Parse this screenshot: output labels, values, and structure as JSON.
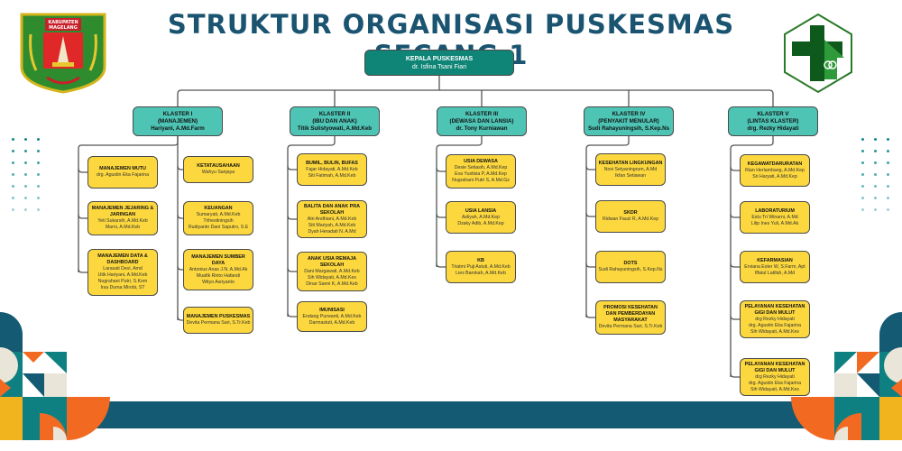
{
  "title": "STRUKTUR ORGANISASI PUSKESMAS SECANG 1",
  "logos": {
    "left": {
      "icon": "kabupaten-magelang-crest-icon",
      "text": "KABUPATEN MAGELANG"
    },
    "right": {
      "icon": "puskesmas-cross-logo-icon"
    }
  },
  "colors": {
    "head": "#0f8577",
    "klaster": "#4ec4b5",
    "unit": "#fcd83e",
    "title": "#1a5470"
  },
  "head": {
    "title": "KEPALA PUSKESMAS",
    "name": "dr. Isfina Tsani Fiari"
  },
  "klasters": [
    {
      "title": "KLASTER I",
      "subtitle": "(MANAJEMEN)",
      "lead": "Hariyani, A.Md.Farm",
      "units": [
        {
          "title": "MANAJEMEN MUTU",
          "people": [
            "drg. Agustin Eka Fajarina"
          ]
        },
        {
          "title": "MANAJEMEN JEJARING & JARINGAN",
          "people": [
            "Yeti Sukarsih, A.Md.Keb",
            "Marni, A.Md.Keb"
          ]
        },
        {
          "title": "MANAJEMEN DATA & DASHBOARD",
          "people": [
            "Larasati Devi, Amd",
            "Utik Hariyani, A.Md.Keb",
            "Nugrahani Putri, S.Kom",
            "Irsa Duma Mirobi, ST"
          ]
        },
        {
          "title": "KETATAUSAHAAN",
          "people": [
            "Wahyu Sanjaya"
          ]
        },
        {
          "title": "KEUANGAN",
          "people": [
            "Sumaryati, A.Md.Keb",
            "Trihestiningsih",
            "Rudiyanto Dani Saputro, S.E"
          ]
        },
        {
          "title": "MANAJEMEN SUMBER DAYA",
          "people": [
            "Antonius Anas J.N. A.Md.Ak",
            "Muafik Rinto Hafandi",
            "Wityo Asriyanto"
          ]
        },
        {
          "title": "MANAJEMEN PUSKESMAS",
          "people": [
            "Devita Permana Sari, S.Tr.Keb"
          ]
        }
      ]
    },
    {
      "title": "KLASTER II",
      "subtitle": "(IBU DAN ANAK)",
      "lead": "Titik Sulistyowati, A.Md.Keb",
      "units": [
        {
          "title": "BUMIL, BULIN, BUFAS",
          "people": [
            "Fajar Hidayati, A.Md.Keb",
            "Siti Fatimah, A.Md.Keb"
          ]
        },
        {
          "title": "BALITA DAN ANAK PRA SEKOLAH",
          "people": [
            "Atri Andhiani, A.Md.Keb",
            "Siti Mariyah, A.Md.Keb",
            "Dyah Heradati N. A.Md"
          ]
        },
        {
          "title": "ANAK USIA REMAJA SEKOLAH",
          "people": [
            "Dani Margawati, A.Md.Keb",
            "Sih Widayati, A.Md.Kes",
            "Dinar Sanni K, A.Md.Keb"
          ]
        },
        {
          "title": "IMUNISASI",
          "people": [
            "Endang Purwanti, A.Md.Keb",
            "Darmastuti, A.Md.Keb"
          ]
        }
      ]
    },
    {
      "title": "KLASTER III",
      "subtitle": "(DEWASA DAN LANSIA)",
      "lead": "dr. Tony Kurniawan",
      "units": [
        {
          "title": "USIA DEWASA",
          "people": [
            "Desie Setiasih, A.Md.Kep",
            "Eva Yustisia P, A.Md.Kep",
            "Nugrahani Putri S, A.Md.Gz"
          ]
        },
        {
          "title": "USIA LANSIA",
          "people": [
            "Asliyah, A.Md.Kep",
            "Dzaky Adib, A.Md.Kep"
          ]
        },
        {
          "title": "KB",
          "people": [
            "Triatmi Puji Astuti, A.Md.Keb",
            "Lies Barokah, A.Md.Keb"
          ]
        }
      ]
    },
    {
      "title": "KLASTER IV",
      "subtitle": "(PENYAKIT MENULAR)",
      "lead": "Sudi Rahayuningsih, S.Kep.Ns",
      "units": [
        {
          "title": "KESEHATAN LINGKUNGAN",
          "people": [
            "Novi Setyaningrum, A.Md",
            "Ikfan Setiawan"
          ]
        },
        {
          "title": "SKDR",
          "people": [
            "Ridwan Fauzi R, A.Md.Kep"
          ]
        },
        {
          "title": "DOTS",
          "people": [
            "Sudi Rahayuningsih, S.Kep.Ns"
          ]
        },
        {
          "title": "PROMOSI KESEHATAN DAN PEMBERDAYAN MASYARAKAT",
          "people": [
            "Devita Permana Sari, S.Tr.Keb"
          ]
        }
      ]
    },
    {
      "title": "KLASTER V",
      "subtitle": "(LINTAS KLASTER)",
      "lead": "drg. Rezky Hidayati",
      "units": [
        {
          "title": "KEGAWATDARURATAN",
          "people": [
            "Rian Herlambang, A.Md.Kep",
            "Sri Haryati, A.Md.Kep"
          ]
        },
        {
          "title": "LABORATURIUM",
          "people": [
            "Estu Tri Winarni, A.Md",
            "Lilip Ines Yuli, A.Md.Ak"
          ]
        },
        {
          "title": "KEFARMASIAN",
          "people": [
            "Erviana Ester W, S.Farm, Apt",
            "Iffatul Latifah, A.Md"
          ]
        },
        {
          "title": "PELAYANAN KESEHATAN GIGI DAN MULUT",
          "people": [
            "drg Rezky Hidayati",
            "drg. Agustin Eka Fajarina",
            "Sih Widayati, A.Md.Kes"
          ]
        },
        {
          "title": "PELAYANAN KESEHATAN GIGI DAN MULUT",
          "people": [
            "drg Rezky Hidayati",
            "drg. Agustin Eka Fajarina",
            "Sih Widayati, A.Md.Kes"
          ]
        }
      ]
    }
  ]
}
